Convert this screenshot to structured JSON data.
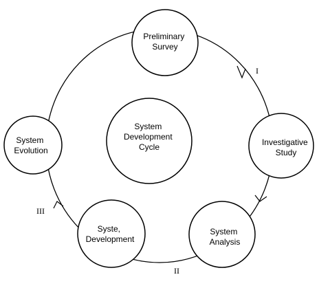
{
  "center": {
    "lines": [
      "System",
      "Development",
      "Cycle"
    ]
  },
  "nodes": [
    {
      "id": "preliminary-survey",
      "lines": [
        "Preliminary",
        "Survey"
      ]
    },
    {
      "id": "investigative-study",
      "lines": [
        "Investigative",
        "Study"
      ]
    },
    {
      "id": "system-analysis",
      "lines": [
        "System",
        "Analysis"
      ]
    },
    {
      "id": "syste-development",
      "lines": [
        "Syste,",
        "Development"
      ]
    },
    {
      "id": "system-evolution",
      "lines": [
        "System",
        "Evolution"
      ]
    }
  ],
  "phase_labels": [
    "I",
    "II",
    "III"
  ],
  "colors": {
    "stroke": "#000000",
    "fill": "#ffffff",
    "text": "#000000"
  }
}
